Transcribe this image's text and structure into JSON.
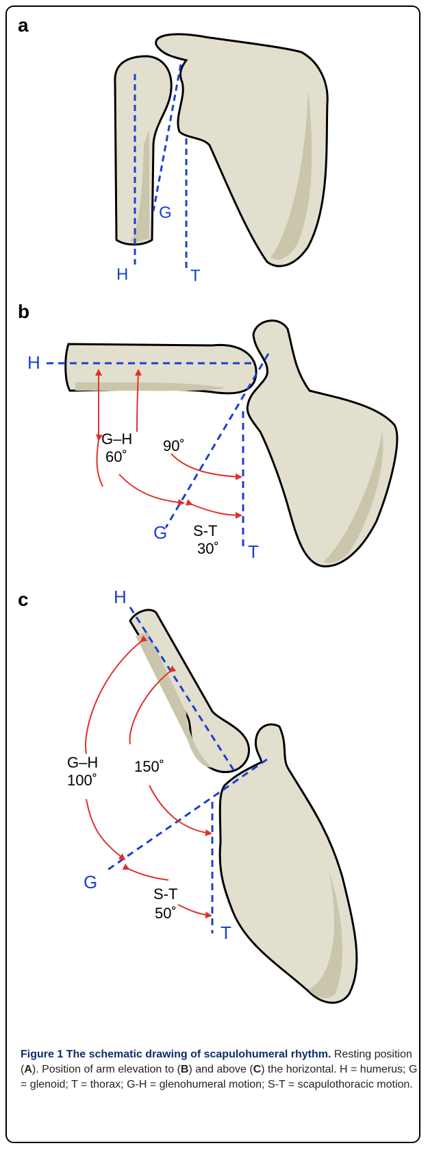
{
  "panels": [
    {
      "letter": "a",
      "labels": {
        "H": "H",
        "G": "G",
        "T": "T"
      }
    },
    {
      "letter": "b",
      "labels": {
        "H": "H",
        "G": "G",
        "T": "T"
      },
      "angles": {
        "gh_name": "G–H",
        "gh_value": "60˚",
        "total_value": "90˚",
        "st_name": "S-T",
        "st_value": "30˚"
      }
    },
    {
      "letter": "c",
      "labels": {
        "H": "H",
        "G": "G",
        "T": "T"
      },
      "angles": {
        "gh_name": "G–H",
        "gh_value": "100˚",
        "total_value": "150˚",
        "st_name": "S-T",
        "st_value": "50˚"
      }
    }
  ],
  "caption": {
    "title": "Figure 1 The schematic drawing of scapulohumeral rhythm.",
    "p1": "Resting position (",
    "A": "A",
    "p2": "). Position of arm elevation to (",
    "B": "B",
    "p3": ") and above (",
    "C": "C",
    "p4": ") the horizontal. H = humerus; G = glenoid; T = thorax; G-H = glenohumeral motion; S-T = scapulothoracic motion."
  },
  "colors": {
    "reference_lines": "#1a3fd0",
    "arcs": "#e0302b",
    "bone_fill": "#e2dfcf",
    "bone_shade": "#cac6ac"
  }
}
